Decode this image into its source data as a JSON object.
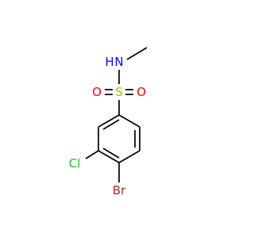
{
  "molecule": {
    "atoms": {
      "nitrogen": {
        "text": "N",
        "color": "#0000ff"
      },
      "hydrogen": {
        "text": "H",
        "color": "#0000ff"
      },
      "sulfur": {
        "text": "S",
        "color": "#b5b500"
      },
      "oxygen_left": {
        "text": "O",
        "color": "#ff0000"
      },
      "oxygen_right": {
        "text": "O",
        "color": "#ff0000"
      },
      "chlorine": {
        "text": "Cl",
        "color": "#1fc01f"
      },
      "bromine": {
        "text": "Br",
        "color": "#a52a2a"
      }
    },
    "bond_color": "#000000",
    "background": "#ffffff"
  }
}
